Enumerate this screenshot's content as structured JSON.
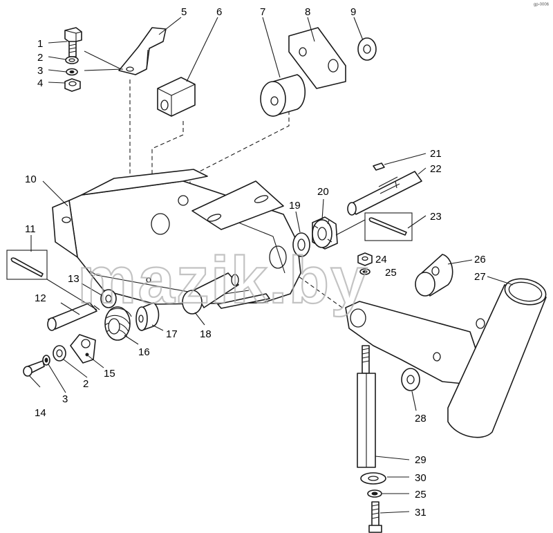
{
  "watermark": "mazik.by",
  "corner_code": "gp-0006",
  "callouts": {
    "n1": "1",
    "n2": "2",
    "n3": "3",
    "n4": "4",
    "n5": "5",
    "n6": "6",
    "n7": "7",
    "n8": "8",
    "n9": "9",
    "n10": "10",
    "n11": "11",
    "n12": "12",
    "n13": "13",
    "n14": "14",
    "n15": "15",
    "n16": "16",
    "n17": "17",
    "n18": "18",
    "n19": "19",
    "n20": "20",
    "n21": "21",
    "n22": "22",
    "n23": "23",
    "n24": "24",
    "n25": "25",
    "n26": "26",
    "n27": "27",
    "n28": "28",
    "n29": "29",
    "n30": "30",
    "n31": "31",
    "n2b": "2",
    "n3b": "3",
    "n25b": "25"
  }
}
